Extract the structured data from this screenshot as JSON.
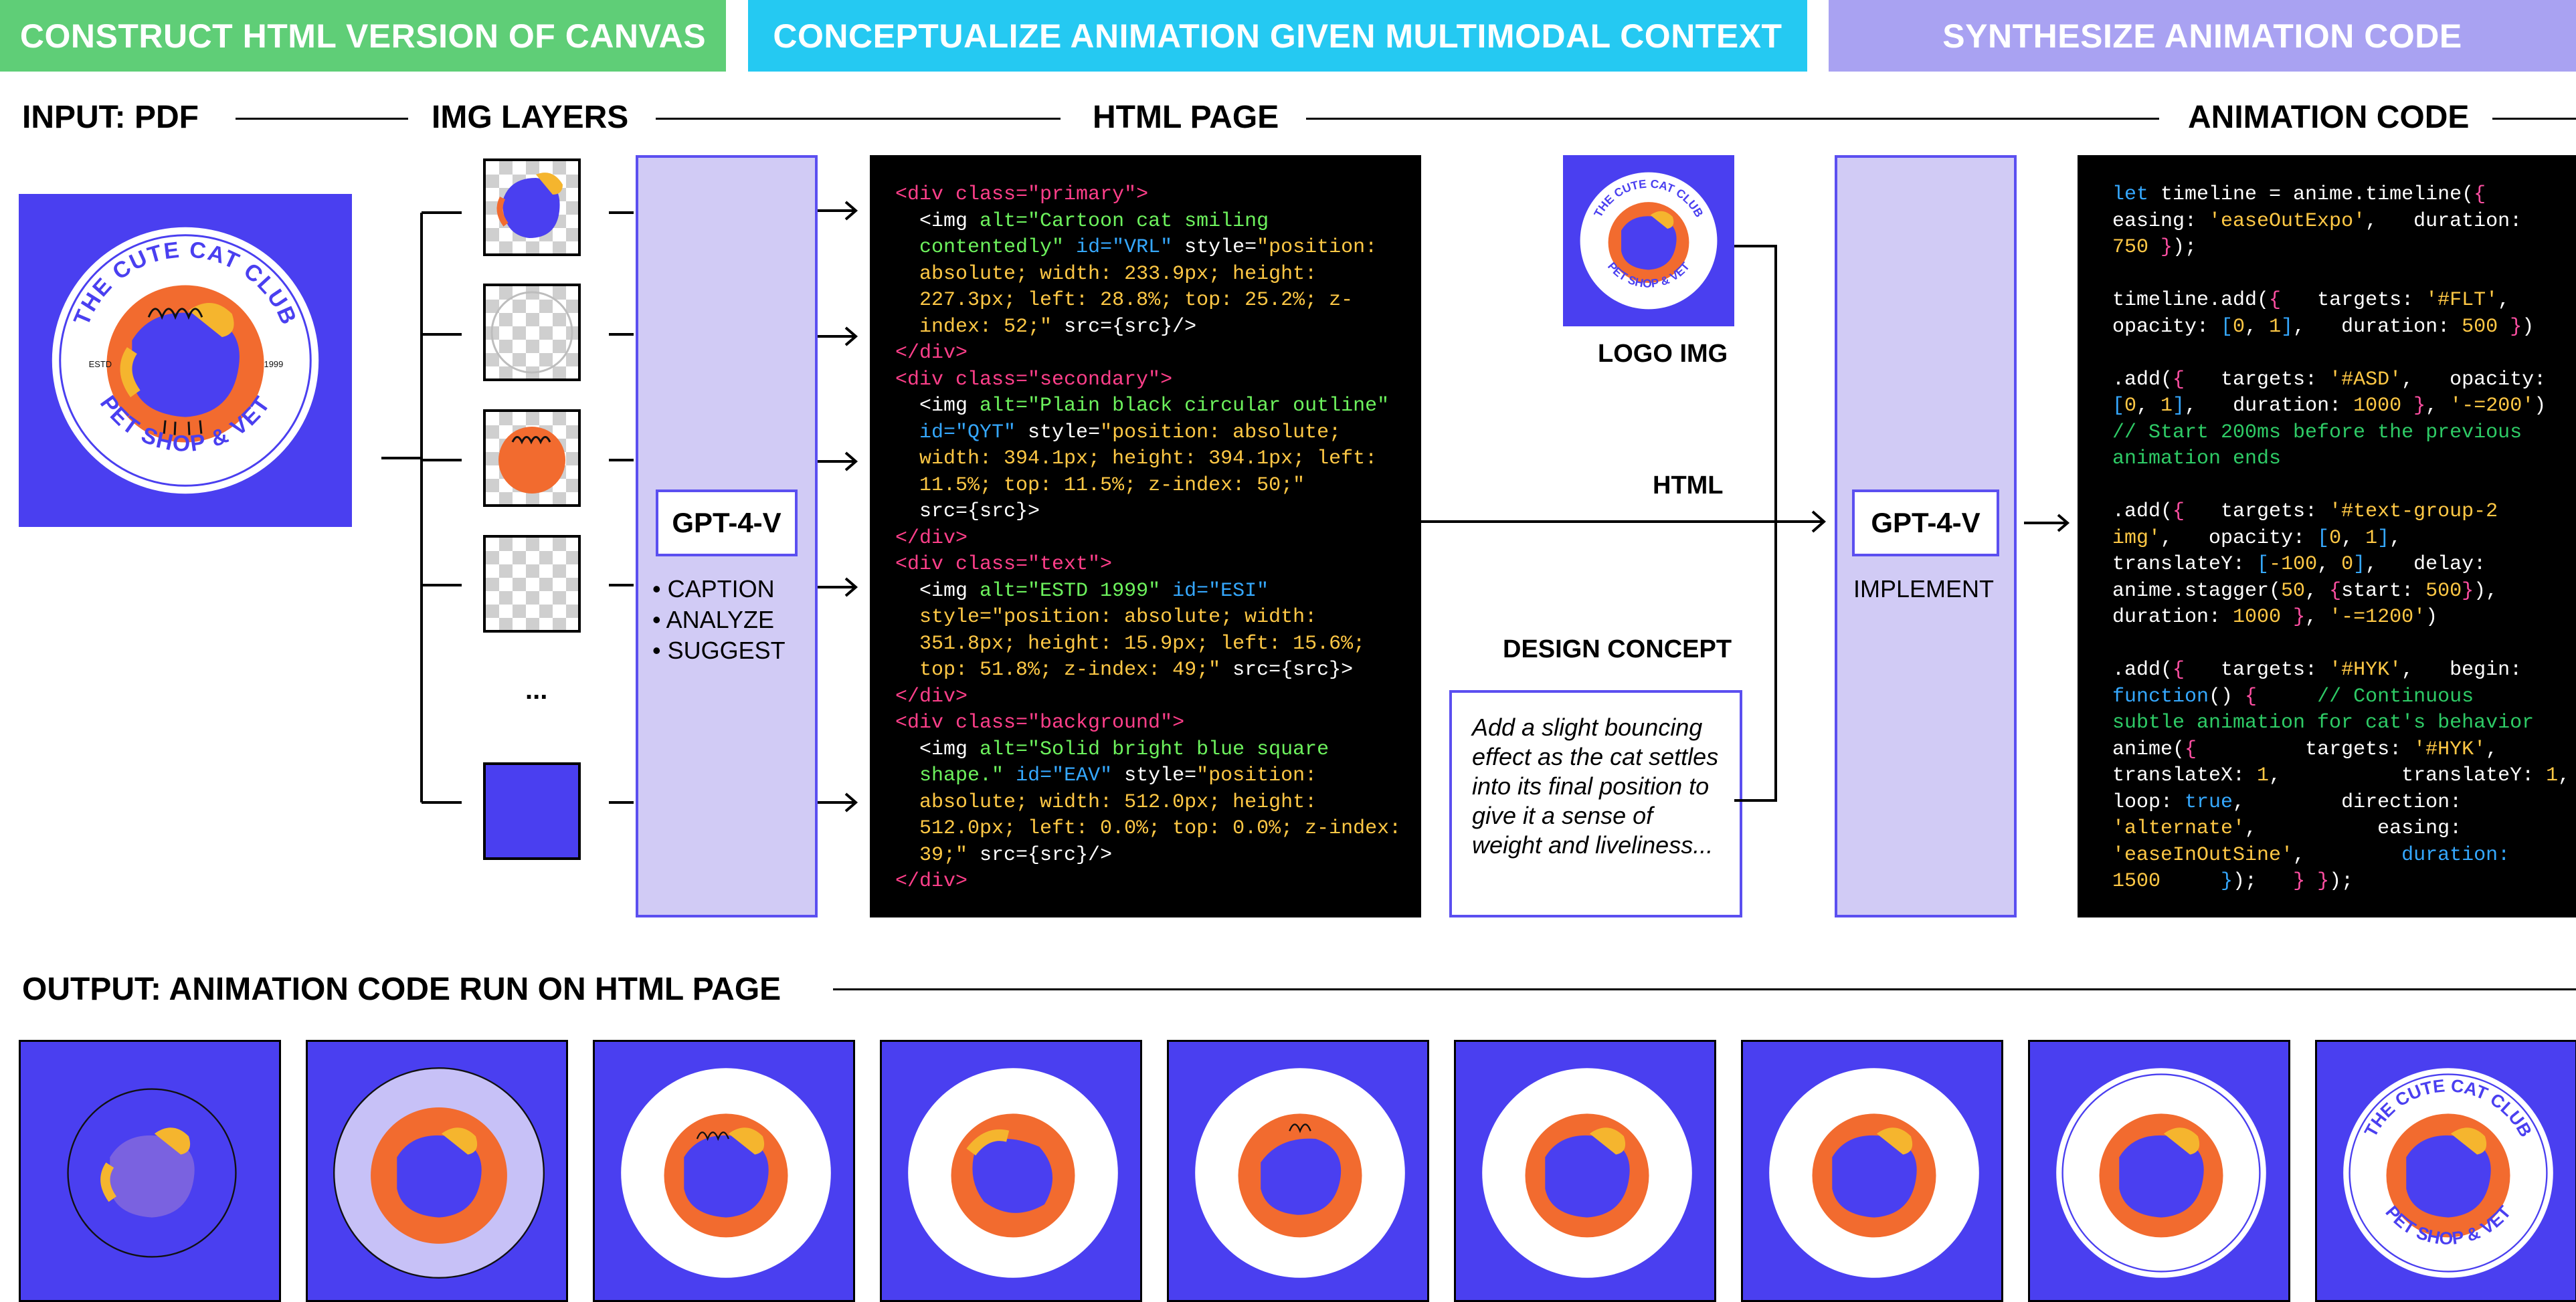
{
  "banners": [
    {
      "label": "CONSTRUCT HTML VERSION OF CANVAS",
      "color": "#5fce77"
    },
    {
      "label": "CONCEPTUALIZE ANIMATION GIVEN MULTIMODAL CONTEXT",
      "color": "#25c9f2"
    },
    {
      "label": "SYNTHESIZE ANIMATION CODE",
      "color": "#a9a2f2"
    }
  ],
  "sections": {
    "input": "INPUT: PDF",
    "img_layers": "IMG LAYERS",
    "html_page": "HTML PAGE",
    "animation_code": "ANIMATION CODE",
    "output": "OUTPUT: ANIMATION CODE RUN ON HTML PAGE"
  },
  "logo": {
    "arc_top": "THE CUTE CAT CLUB",
    "arc_bottom": "PET SHOP & VET",
    "estd": "ESTD",
    "year": "1999"
  },
  "layers_ellipsis": "...",
  "gpt_left": {
    "label": "GPT-4-V",
    "bullets": [
      "CAPTION",
      "ANALYZE",
      "SUGGEST"
    ]
  },
  "middle": {
    "logo_img": "LOGO IMG",
    "html": "HTML",
    "design_concept_title": "DESIGN CONCEPT",
    "design_concept_text": "Add a slight bouncing effect as the cat settles into its final position to give it a sense of weight and liveliness..."
  },
  "gpt_right": {
    "label": "GPT-4-V",
    "sub": "IMPLEMENT"
  },
  "colors": {
    "brand_blue": "#4a3ff0",
    "orange": "#f26b2f",
    "yellow": "#f5b52e",
    "panel_purple": "#d1cbf5"
  }
}
